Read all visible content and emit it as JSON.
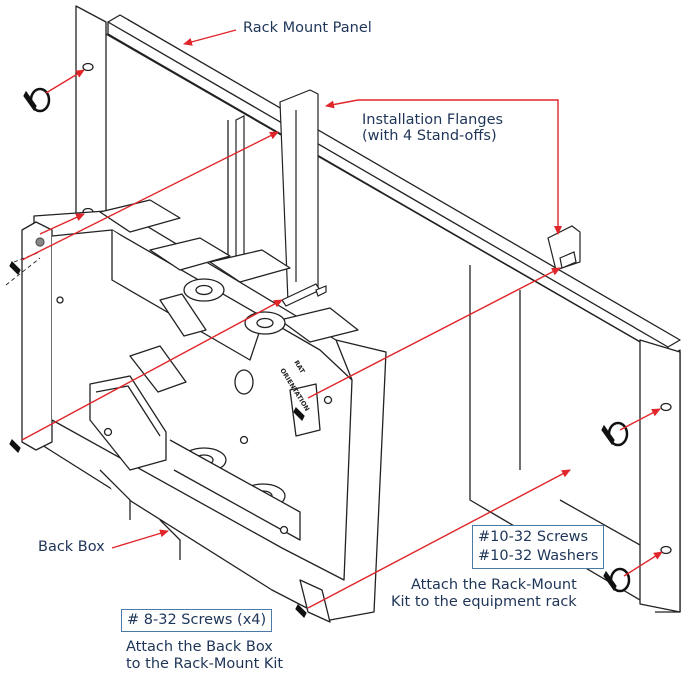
{
  "labels": {
    "rack_mount_panel": "Rack Mount Panel",
    "installation_flanges_line1": "Installation Flanges",
    "installation_flanges_line2": "(with 4 Stand-offs)",
    "back_box": "Back Box",
    "screws_10_32": "#10-32 Screws",
    "washers_10_32": "#10-32 Washers",
    "attach_rack_line1": "Attach the Rack-Mount",
    "attach_rack_line2": "Kit to the equipment rack",
    "screws_8_32": "# 8-32 Screws (x4)",
    "attach_backbox_line1": "Attach the Back Box",
    "attach_backbox_line2": "to the Rack-Mount Kit"
  },
  "embossed_text": {
    "orientation_line1": "RAT",
    "orientation_line2": "ORIENTATION"
  },
  "colors": {
    "callout_arrow": "#e0262b",
    "label_text": "#1e3558",
    "label_box_border": "#4a7aa8",
    "line_art": "#222222"
  }
}
